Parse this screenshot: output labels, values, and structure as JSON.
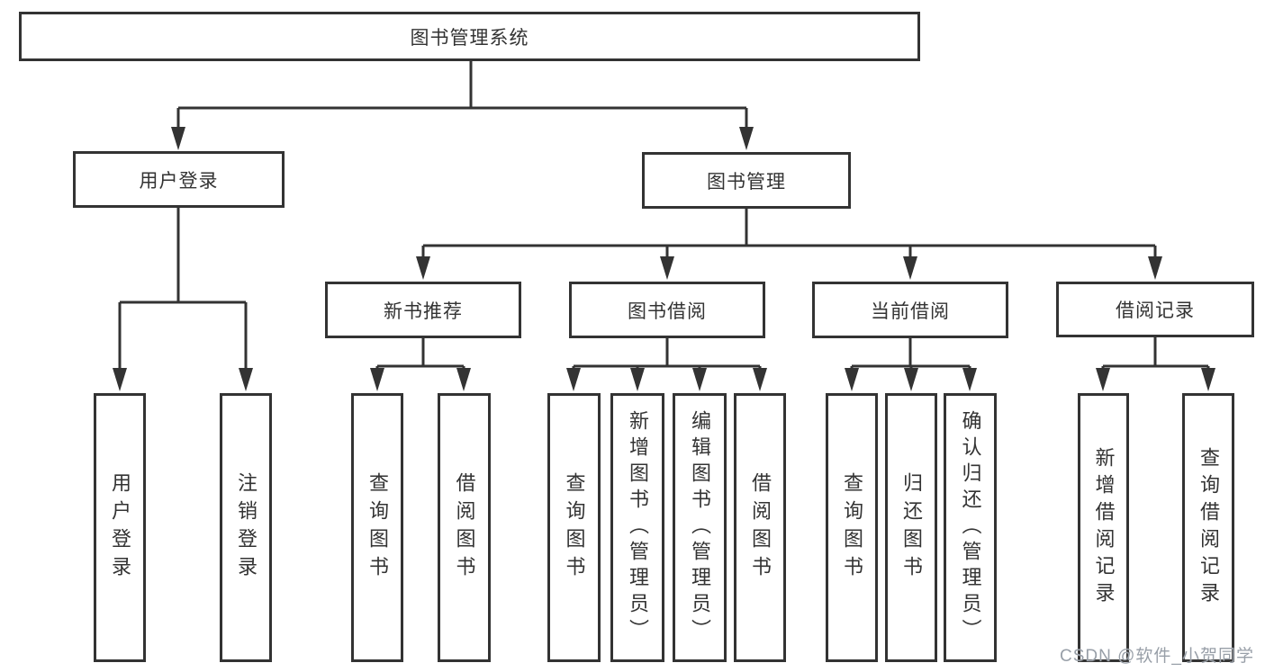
{
  "tree": {
    "label": "图书管理系统",
    "children": [
      {
        "label": "用户登录",
        "children": [
          {
            "label": "用户登录"
          },
          {
            "label": "注销登录"
          }
        ]
      },
      {
        "label": "图书管理",
        "children": [
          {
            "label": "新书推荐",
            "children": [
              {
                "label": "查询图书"
              },
              {
                "label": "借阅图书"
              }
            ]
          },
          {
            "label": "图书借阅",
            "children": [
              {
                "label": "查询图书"
              },
              {
                "label": "新增图书（管理员）"
              },
              {
                "label": "编辑图书（管理员）"
              },
              {
                "label": "借阅图书"
              }
            ]
          },
          {
            "label": "当前借阅",
            "children": [
              {
                "label": "查询图书"
              },
              {
                "label": "归还图书"
              },
              {
                "label": "确认归还（管理员）"
              }
            ]
          },
          {
            "label": "借阅记录",
            "children": [
              {
                "label": "新增借阅记录"
              },
              {
                "label": "查询借阅记录"
              }
            ]
          }
        ]
      }
    ]
  },
  "watermark": "CSDN @软件_小贺同学",
  "colors": {
    "line": "#333333",
    "text": "#333333",
    "watermark": "#989fa8",
    "background": "#ffffff"
  }
}
